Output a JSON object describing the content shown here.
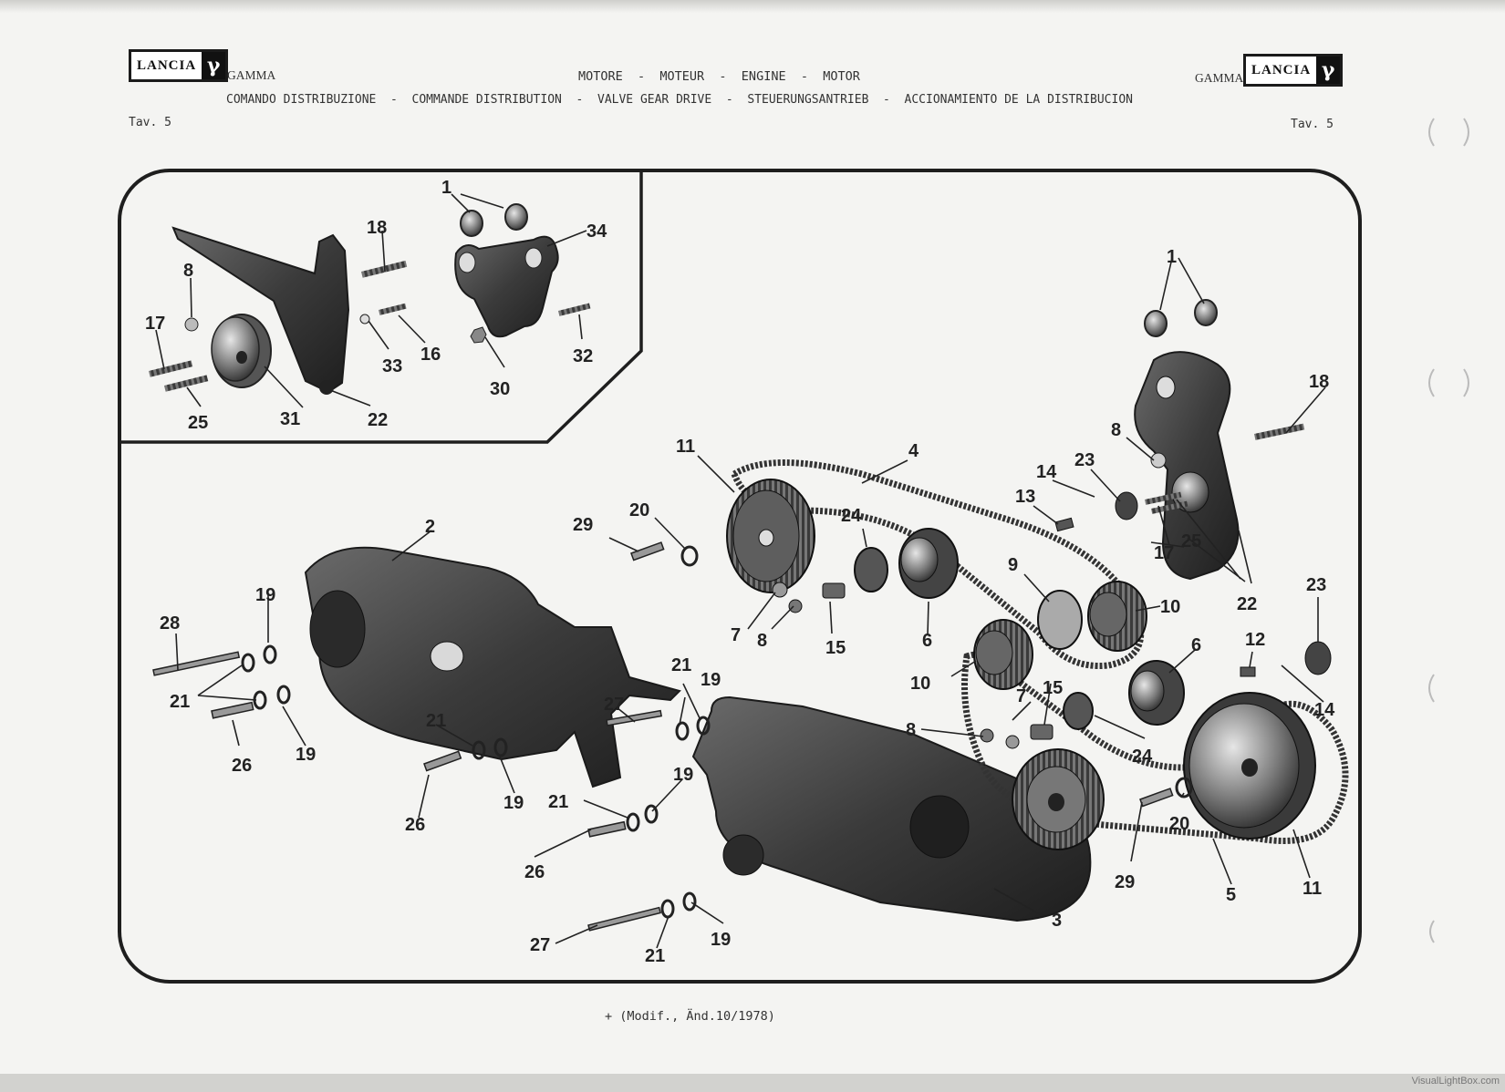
{
  "header": {
    "brand_left": "LANCIA",
    "brand_right": "LANCIA",
    "gamma_glyph": "γ",
    "model_left": "GAMMA",
    "model_right": "GAMMA",
    "group_title": "MOTORE  -  MOTEUR  -  ENGINE  -  MOTOR",
    "subtitle": "COMANDO DISTRIBUZIONE  -  COMMANDE DISTRIBUTION  -  VALVE GEAR DRIVE  -  STEUERUNGSANTRIEB  -  ACCIONAMIENTO DE LA DISTRIBUCION",
    "table_left": "Tav. 5",
    "table_right": "Tav. 5"
  },
  "footer": {
    "note": "+ (Modif., Änd.10/1978)",
    "watermark": "VisualLightBox.com"
  },
  "callouts": {
    "c1a": "1",
    "c34": "34",
    "c18a": "18",
    "c8a": "8",
    "c17a": "17",
    "c33": "33",
    "c16": "16",
    "c32": "32",
    "c30": "30",
    "c31": "31",
    "c22a": "22",
    "c25a": "25",
    "c1b": "1",
    "c18b": "18",
    "c8b": "8",
    "c23a": "23",
    "c14a": "14",
    "c13": "13",
    "c4": "4",
    "c11a": "11",
    "c24a": "24",
    "c9": "9",
    "c10a": "10",
    "c17b": "17",
    "c25b": "25",
    "c22b": "22",
    "c23b": "23",
    "c12": "12",
    "c14b": "14",
    "c6a": "6",
    "c6b": "6",
    "c10b": "10",
    "c15a": "15",
    "c7a": "7",
    "c8c": "8",
    "c29a": "29",
    "c20a": "20",
    "c2": "2",
    "c28": "28",
    "c19a": "19",
    "c21a": "21",
    "c26a": "26",
    "c19b": "19",
    "c21b": "21",
    "c19c": "19",
    "c27a": "27",
    "c26b": "26",
    "c21c": "21",
    "c19d": "19",
    "c19e": "19",
    "c21d": "21",
    "c26c": "26",
    "c7b": "7",
    "c15b": "15",
    "c8d": "8",
    "c24b": "24",
    "c29b": "29",
    "c20b": "20",
    "c5": "5",
    "c11b": "11",
    "c3": "3",
    "c27b": "27",
    "c21e": "21",
    "c19f": "19"
  }
}
